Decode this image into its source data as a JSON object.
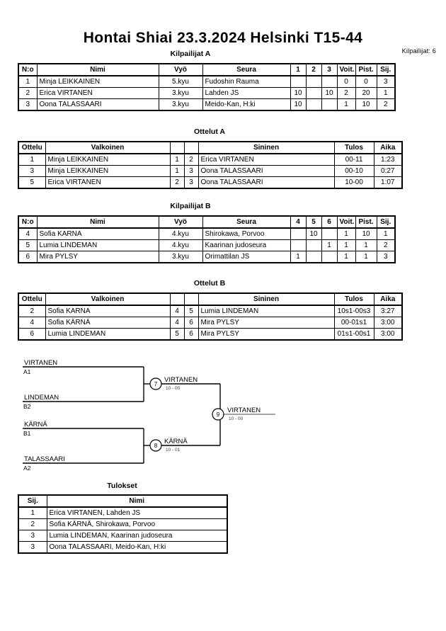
{
  "header": {
    "title": "Hontai Shiai  23.3.2024  Helsinki   T15-44",
    "competitor_count": "Kilpailijat: 6"
  },
  "pool_a": {
    "caption": "Kilpailijat A",
    "columns": [
      "N:o",
      "Nimi",
      "Vyö",
      "Seura",
      "1",
      "2",
      "3",
      "Voit.",
      "Pist.",
      "Sij."
    ],
    "rows": [
      {
        "no": "1",
        "name": "Minja LEIKKAINEN",
        "belt": "5.kyu",
        "club": "Fudoshin Rauma",
        "c1": "",
        "c2": "",
        "c3": "",
        "wins": "0",
        "points": "0",
        "rank": "3"
      },
      {
        "no": "2",
        "name": "Erica VIRTANEN",
        "belt": "3.kyu",
        "club": "Lahden JS",
        "c1": "10",
        "c2": "",
        "c3": "10",
        "wins": "2",
        "points": "20",
        "rank": "1"
      },
      {
        "no": "3",
        "name": "Oona TALASSAARI",
        "belt": "3.kyu",
        "club": "Meido-Kan, H:ki",
        "c1": "10",
        "c2": "",
        "c3": "",
        "wins": "1",
        "points": "10",
        "rank": "2"
      }
    ]
  },
  "matches_a": {
    "caption": "Ottelut A",
    "columns": [
      "Ottelu",
      "Valkoinen",
      "",
      "",
      "Sininen",
      "Tulos",
      "Aika"
    ],
    "rows": [
      {
        "match": "1",
        "white": "Minja LEIKKAINEN",
        "wno": "1",
        "bno": "2",
        "blue": "Erica VIRTANEN",
        "result": "00-11",
        "time": "1:23"
      },
      {
        "match": "3",
        "white": "Minja LEIKKAINEN",
        "wno": "1",
        "bno": "3",
        "blue": "Oona TALASSAARI",
        "result": "00-10",
        "time": "0:27"
      },
      {
        "match": "5",
        "white": "Erica VIRTANEN",
        "wno": "2",
        "bno": "3",
        "blue": "Oona TALASSAARI",
        "result": "10-00",
        "time": "1:07"
      }
    ]
  },
  "pool_b": {
    "caption": "Kilpailijat B",
    "columns": [
      "N:o",
      "Nimi",
      "Vyö",
      "Seura",
      "4",
      "5",
      "6",
      "Voit.",
      "Pist.",
      "Sij."
    ],
    "rows": [
      {
        "no": "4",
        "name": "Sofia KARNA",
        "belt": "4.kyu",
        "club": "Shirokawa, Porvoo",
        "c1": "",
        "c2": "10",
        "c3": "",
        "wins": "1",
        "points": "10",
        "rank": "1"
      },
      {
        "no": "5",
        "name": "Lumia LINDEMAN",
        "belt": "4.kyu",
        "club": "Kaarinan judoseura",
        "c1": "",
        "c2": "",
        "c3": "1",
        "wins": "1",
        "points": "1",
        "rank": "2"
      },
      {
        "no": "6",
        "name": "Mira PYLSY",
        "belt": "3.kyu",
        "club": "Orimattilan JS",
        "c1": "1",
        "c2": "",
        "c3": "",
        "wins": "1",
        "points": "1",
        "rank": "3"
      }
    ]
  },
  "matches_b": {
    "caption": "Ottelut B",
    "columns": [
      "Ottelu",
      "Valkoinen",
      "",
      "",
      "Sininen",
      "Tulos",
      "Aika"
    ],
    "rows": [
      {
        "match": "2",
        "white": "Sofia KARNA",
        "wno": "4",
        "bno": "5",
        "blue": "Lumia LINDEMAN",
        "result": "10s1-00s3",
        "time": "3:27"
      },
      {
        "match": "4",
        "white": "Sofia KÄRNÄ",
        "wno": "4",
        "bno": "6",
        "blue": "Mira PYLSY",
        "result": "00-01s1",
        "time": "3:00"
      },
      {
        "match": "6",
        "white": "Lumia LINDEMAN",
        "wno": "5",
        "bno": "6",
        "blue": "Mira PYLSY",
        "result": "01s1-00s1",
        "time": "3:00"
      }
    ]
  },
  "bracket": {
    "entrants": [
      {
        "name": "VIRTANEN",
        "seed": "A1"
      },
      {
        "name": "LINDEMAN",
        "seed": "B2"
      },
      {
        "name": "KÄRNÄ",
        "seed": "B1"
      },
      {
        "name": "TALASSAARI",
        "seed": "A2"
      }
    ],
    "nodes": [
      {
        "number": "7",
        "winner": "VIRTANEN",
        "score": "10 - 00"
      },
      {
        "number": "8",
        "winner": "KÄRNÄ",
        "score": "10 - 01"
      },
      {
        "number": "9",
        "winner": "VIRTANEN",
        "score": "10 - 00"
      }
    ]
  },
  "results": {
    "caption": "Tulokset",
    "columns": [
      "Sij.",
      "Nimi"
    ],
    "rows": [
      {
        "rank": "1",
        "name": "Erica VIRTANEN, Lahden JS"
      },
      {
        "rank": "2",
        "name": "Sofia KÄRNÄ, Shirokawa, Porvoo"
      },
      {
        "rank": "3",
        "name": "Lumia LINDEMAN, Kaarinan judoseura"
      },
      {
        "rank": "3",
        "name": "Oona TALASSAARI, Meido-Kan, H:ki"
      }
    ]
  }
}
